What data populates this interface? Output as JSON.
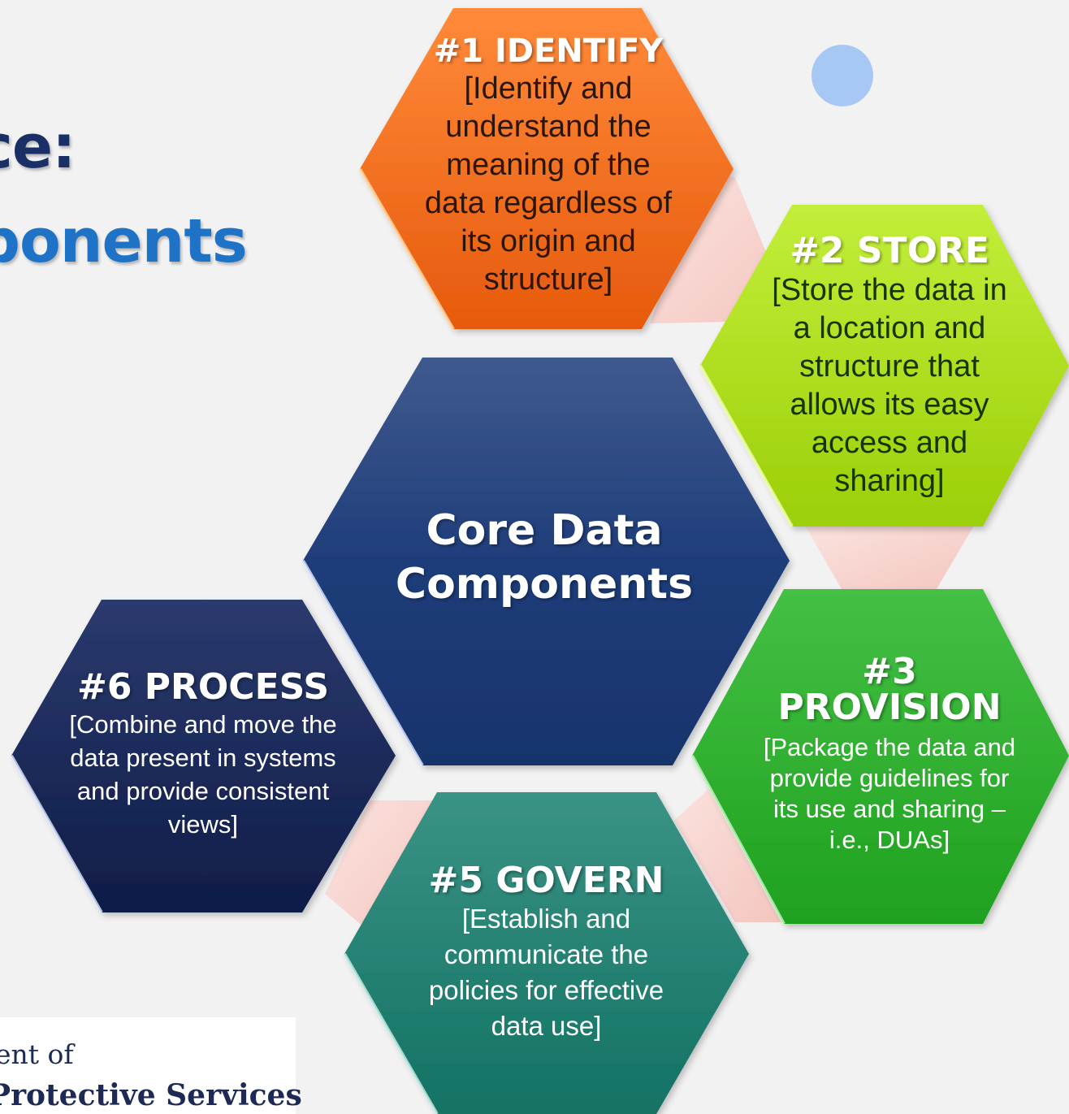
{
  "title": {
    "line1": "ce:",
    "line2": "ponents"
  },
  "colors": {
    "title_dark": "#1a2f66",
    "title_blue": "#1e73c6",
    "identify": "#f26a1b",
    "store": "#a6d80f",
    "core": "#1e3a78",
    "provision": "#2ea82e",
    "process": "#162452",
    "govern": "#1c7a6e",
    "dot": "#a8c8f4",
    "connector": "#f6d3cf"
  },
  "hexagons": {
    "identify": {
      "heading": "#1 IDENTIFY",
      "description": "[Identify and understand the meaning of the data regardless of its origin and structure]"
    },
    "store": {
      "heading": "#2 STORE",
      "description": "[Store the data in a location and structure that allows its easy access and sharing]"
    },
    "core": {
      "heading": "Core Data Components"
    },
    "provision": {
      "heading": "#3 PROVISION",
      "description": "[Package the data and provide guidelines for its use and sharing – i.e., DUAs]"
    },
    "process": {
      "heading": "#6 PROCESS",
      "description": "[Combine and move the data present in systems and provide consistent views]"
    },
    "govern": {
      "heading": "#5 GOVERN",
      "description": "[Establish and communicate the policies for effective data use]"
    }
  },
  "logo": {
    "line1": "ent of",
    "line2": "Protective Services"
  }
}
